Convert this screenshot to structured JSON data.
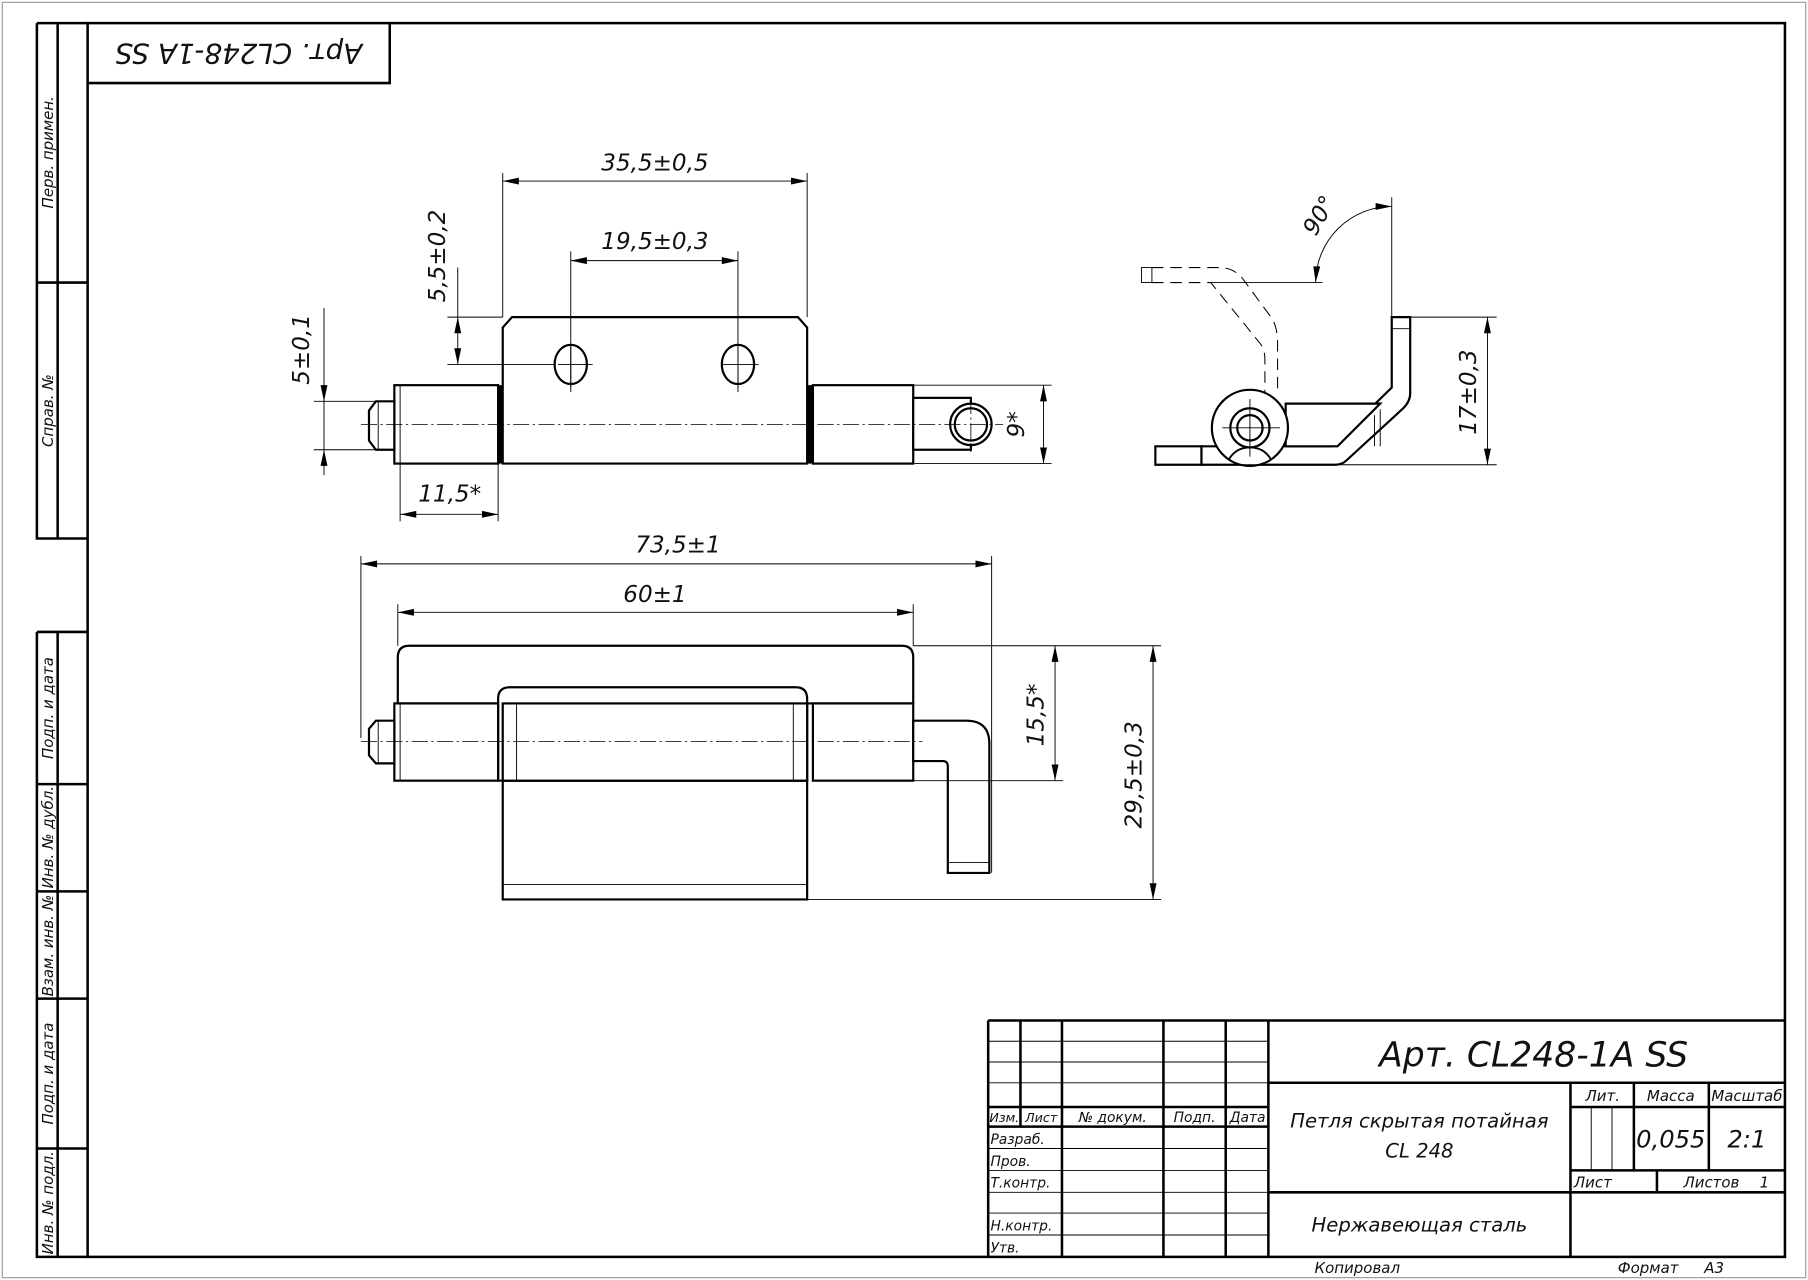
{
  "stamp_top": "Арт. CL248-1А SS",
  "side_labels": [
    "Перв. примен.",
    "Справ. №",
    "Подп. и дата",
    "Инв. № дубл.",
    "Взам. инв. №",
    "Подп. и дата",
    "Инв. № подл."
  ],
  "dimensions": {
    "top_view": {
      "overall_plate": "35,5±0,5",
      "hole_spacing": "19,5±0,3",
      "hole_offset": "5,5±0,2",
      "pin_diameter": "5±0,1",
      "knuckle_length": "11,5*",
      "knuckle_height": "9*"
    },
    "side_view": {
      "angle": "90°",
      "height": "17±0,3"
    },
    "bottom_view": {
      "overall_length": "73,5±1",
      "leaf_length": "60±1",
      "leaf_width": "15,5*",
      "overall_width": "29,5±0,3"
    }
  },
  "title_block": {
    "designation": "Арт. CL248-1А SS",
    "name_line1": "Петля скрытая потайная",
    "name_line2": "CL 248",
    "material": "Нержавеющая сталь",
    "headers": {
      "izm": "Изм.",
      "list": "Лист",
      "doc_no": "№ докум.",
      "sign": "Подп.",
      "date": "Дата"
    },
    "roles": [
      "Разраб.",
      "Пров.",
      "Т.контр.",
      "Н.контр.",
      "Утв."
    ],
    "lit_label": "Лит.",
    "mass_label": "Масса",
    "scale_label": "Масштаб",
    "mass": "0,055",
    "scale": "2:1",
    "sheet_label": "Лист",
    "sheets_label": "Листов",
    "sheets": "1",
    "copied_label": "Копировал",
    "format_label": "Формат",
    "format": "А3"
  }
}
